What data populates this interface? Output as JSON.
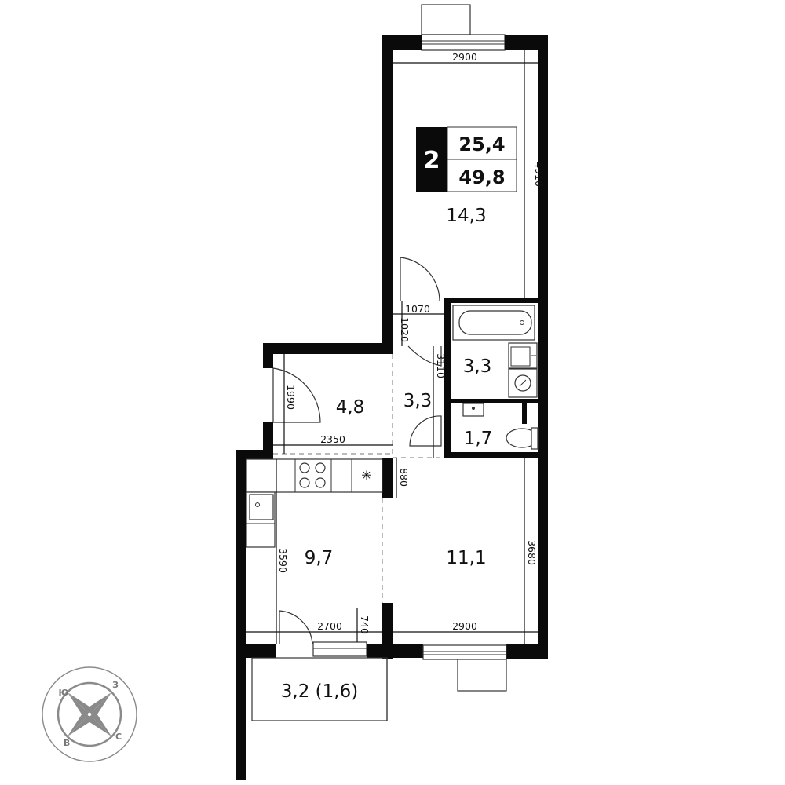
{
  "badge": {
    "rooms": "2",
    "living_area": "25,4",
    "total_area": "49,8"
  },
  "rooms": {
    "living_room_top": "14,3",
    "hall": "4,8",
    "corridor": "3,3",
    "bathroom": "3,3",
    "toilet": "1,7",
    "kitchen": "9,7",
    "room_bottom": "11,1",
    "balcony": "3,2 (1,6)"
  },
  "dimensions": {
    "top_width": "2900",
    "top_height": "4910",
    "door_width": "1070",
    "door_depth": "1020",
    "bath_height": "3110",
    "hall_height": "1990",
    "hall_width": "2350",
    "hall_gap": "880",
    "kitchen_height": "3590",
    "kitchen_gap": "740",
    "kitchen_width": "2700",
    "bottom_width": "2900",
    "bottom_height": "3680"
  },
  "compass": {
    "n": "З",
    "s": "В",
    "e": "С",
    "w": "Ю"
  },
  "colors": {
    "wall": "#0a0a0a",
    "badge_bg": "#0a0a0a",
    "line": "#333333",
    "compass": "#8a8a8a"
  }
}
